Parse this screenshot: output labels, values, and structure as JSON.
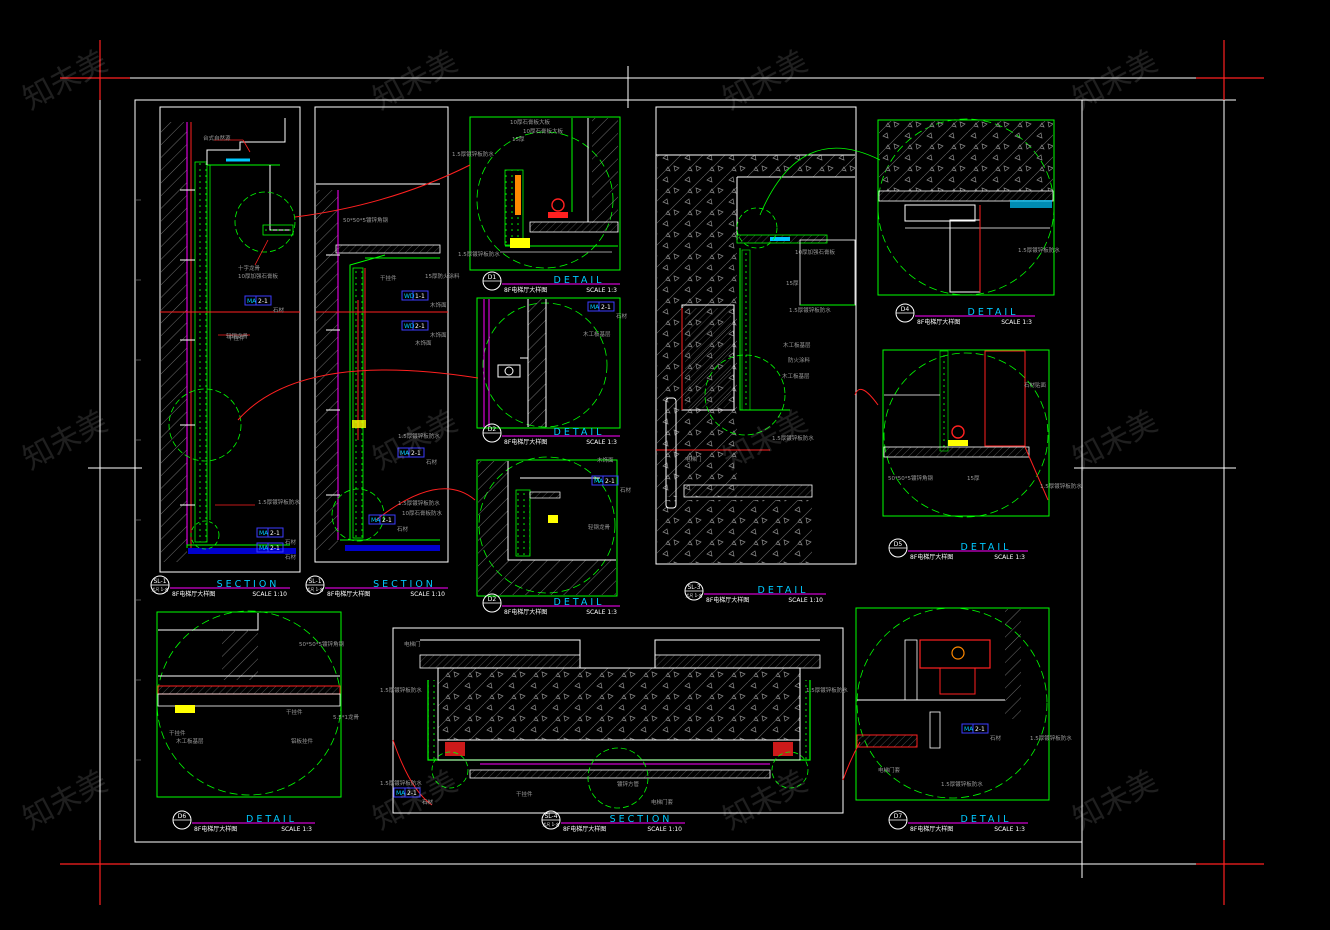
{
  "watermark": "知未美",
  "colors": {
    "bg": "#000000",
    "frame": "#ffffff",
    "green": "#00ff00",
    "red": "#ff2020",
    "cyan": "#00c8ff",
    "yellow": "#ffff00",
    "magenta": "#ff00ff",
    "blue": "#3c3cff",
    "grey": "#9a9a9a"
  },
  "titles": [
    {
      "id": "SL-1a",
      "code": "SL-1",
      "sheet": "式尺 1-名",
      "word": "SECTION",
      "name": "8F电梯厅大样图",
      "scale": "SCALE 1:10"
    },
    {
      "id": "SL-1b",
      "code": "SL-1",
      "sheet": "式尺 1-名",
      "word": "SECTION",
      "name": "8F电梯厅大样图",
      "scale": "SCALE 1:10"
    },
    {
      "id": "D1",
      "code": "D1",
      "sheet": "",
      "word": "DETAIL",
      "name": "8F电梯厅大样图",
      "scale": "SCALE 1:3"
    },
    {
      "id": "D2a",
      "code": "D2",
      "sheet": "",
      "word": "DETAIL",
      "name": "8F电梯厅大样图",
      "scale": "SCALE 1:3"
    },
    {
      "id": "D3",
      "code": "D2",
      "sheet": "",
      "word": "DETAIL",
      "name": "8F电梯厅大样图",
      "scale": "SCALE 1:3"
    },
    {
      "id": "SL-3",
      "code": "SL-3",
      "sheet": "式尺 1-名",
      "word": "DETAIL",
      "name": "8F电梯厅大样图",
      "scale": "SCALE 1:10"
    },
    {
      "id": "D4",
      "code": "D4",
      "sheet": "",
      "word": "DETAIL",
      "name": "8F电梯厅大样图",
      "scale": "SCALE 1:3"
    },
    {
      "id": "D5",
      "code": "D5",
      "sheet": "",
      "word": "DETAIL",
      "name": "8F电梯厅大样图",
      "scale": "SCALE 1:3"
    },
    {
      "id": "D6",
      "code": "D6",
      "sheet": "",
      "word": "DETAIL",
      "name": "8F电梯厅大样图",
      "scale": "SCALE 1:3"
    },
    {
      "id": "SL-4",
      "code": "SL-4",
      "sheet": "式尺 1-名",
      "word": "SECTION",
      "name": "8F电梯厅大样图",
      "scale": "SCALE 1:10"
    },
    {
      "id": "D7",
      "code": "D7",
      "sheet": "",
      "word": "DETAIL",
      "name": "8F电梯厅大样图",
      "scale": "SCALE 1:3"
    }
  ],
  "tags": [
    {
      "id": "t1",
      "code": "MA",
      "ref": "2-1",
      "note": "石材"
    },
    {
      "id": "t2",
      "code": "MA",
      "ref": "2-1",
      "note": "石材"
    },
    {
      "id": "t3",
      "code": "MA",
      "ref": "2-1",
      "note": "石材"
    },
    {
      "id": "t4",
      "code": "WD",
      "ref": "1-1",
      "note": "木饰面"
    },
    {
      "id": "t5",
      "code": "WD",
      "ref": "2-1",
      "note": "木饰面"
    },
    {
      "id": "t6",
      "code": "MA",
      "ref": "2-1",
      "note": "石材"
    },
    {
      "id": "t7",
      "code": "MA",
      "ref": "2-1",
      "note": "石材"
    },
    {
      "id": "t8",
      "code": "MA",
      "ref": "2-1",
      "note": "石材"
    },
    {
      "id": "t9",
      "code": "MA",
      "ref": "2-1",
      "note": "石材"
    },
    {
      "id": "t10",
      "code": "MA",
      "ref": "2-1",
      "note": "石材"
    },
    {
      "id": "t11",
      "code": "MA",
      "ref": "2-1",
      "note": "石材"
    }
  ],
  "notes": {
    "n1": "台式自然源",
    "n2": "十字龙骨",
    "n3": "轻钢龙骨",
    "n4": "10厚加强石膏板",
    "n5": "1.5厚镀锌板防水",
    "n6": "干挂件",
    "n7": "50*50*5镀锌角钢",
    "n8": "1.5厚镀锌板防水",
    "n9": "15厚防火涂料",
    "n10": "10厚石膏板防水",
    "n11": "木饰面",
    "n12": "干挂件",
    "n13": "1.5厚镀锌板防水",
    "n14": "10厚石膏板大板",
    "n15": "15厚",
    "n16": "1.5厚镀锌板防水",
    "n17": "10厚石膏板大板",
    "n18": "1.5厚镀锌板防水",
    "n19": "木工板基层",
    "n20": "木饰面",
    "n21": "轻钢龙骨",
    "n22": "15厚",
    "n23": "1.5厚镀锌板防水",
    "n24": "电梯门",
    "n25": "10厚加强石膏板",
    "n26": "1.5厚镀锌板防水",
    "n27": "木工板基层",
    "n28": "防火涂料",
    "n29": "木工板基层",
    "n30": "石材贴面",
    "n31": "50*50*5镀锌角钢",
    "n32": "15厚",
    "n33": "1.5厚镀锌板防水",
    "n34": "50*50*5镀锌角钢",
    "n35": "5.5*1龙骨",
    "n36": "干挂件",
    "n37": "木工板基层",
    "n38": "干挂件",
    "n39": "铝板挂件",
    "n40": "电梯门",
    "n41": "1.5厚镀锌板防水",
    "n42": "1.5厚镀锌板防水",
    "n43": "1.5厚镀锌板防水",
    "n44": "干挂件",
    "n45": "镀锌方管",
    "n46": "电梯门套",
    "n47": "1.5厚镀锌板防水",
    "n48": "1.5厚镀锌板防水",
    "n49": "电梯门套",
    "n50": "1.5厚镀锌板防水"
  }
}
